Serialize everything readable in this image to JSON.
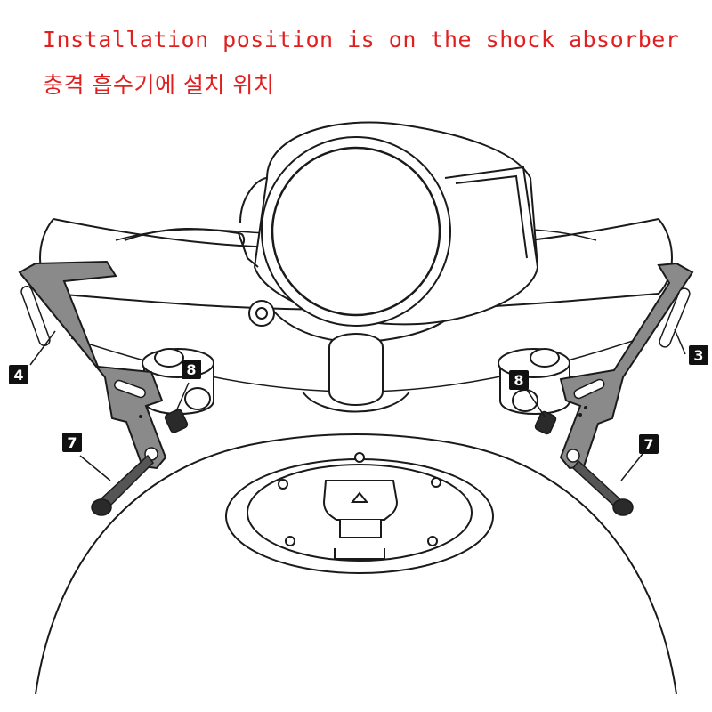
{
  "heading": {
    "english": "Installation position is on the shock absorber",
    "korean": "충격 흡수기에 설치 위치"
  },
  "callouts": [
    {
      "id": "c4",
      "label": "4"
    },
    {
      "id": "c3",
      "label": "3"
    },
    {
      "id": "c8-left",
      "label": "8"
    },
    {
      "id": "c8-right",
      "label": "8"
    },
    {
      "id": "c7-left",
      "label": "7"
    },
    {
      "id": "c7-right",
      "label": "7"
    }
  ],
  "colors": {
    "heading": "#e02020",
    "line": "#1a1a1a",
    "bracket": "#8a8a8a",
    "bolt": "#2a2a2a",
    "callout_bg": "#111111",
    "callout_text": "#ffffff"
  }
}
